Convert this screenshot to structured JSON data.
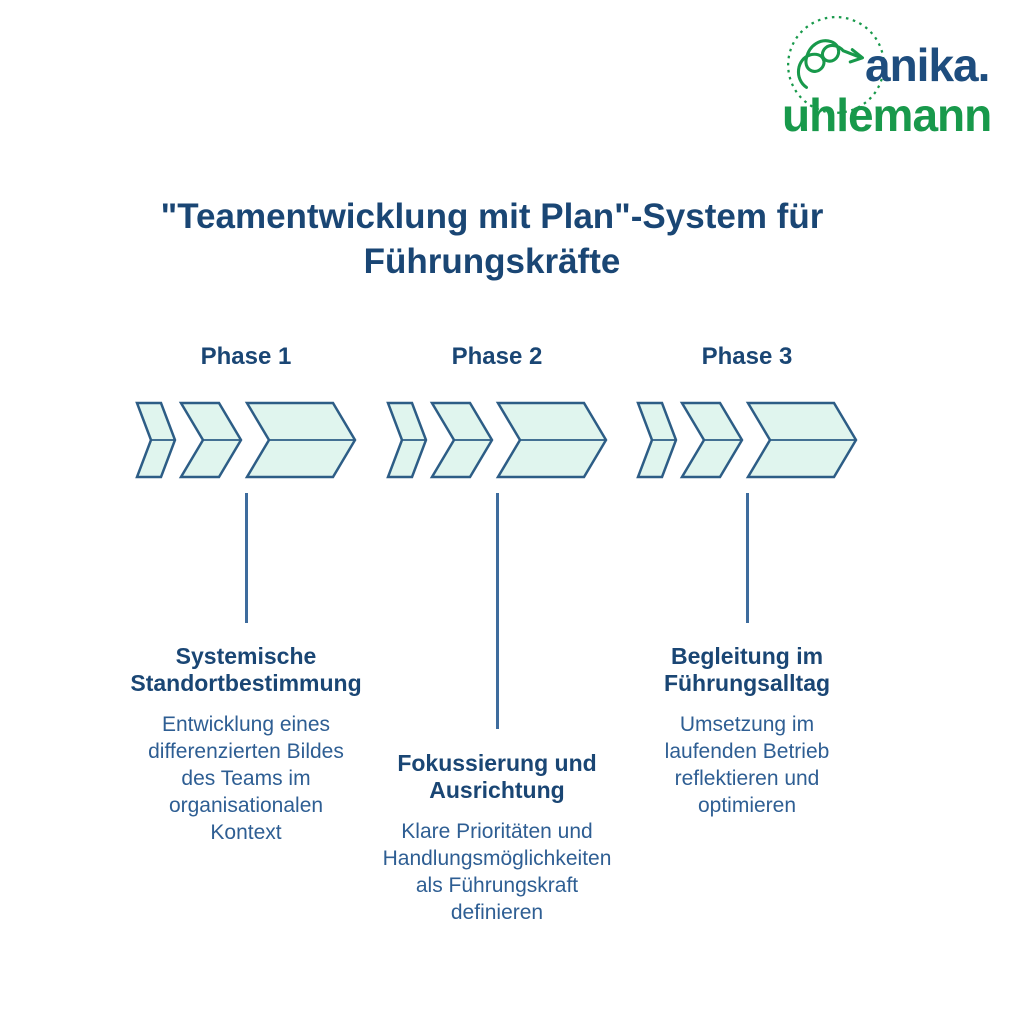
{
  "logo": {
    "word1": "anika.",
    "word2": "uhlemann",
    "icon": "swirl-arrow-in-dotted-circle",
    "colors": {
      "word1_navy": "#1e4d7e",
      "word2_green": "#18994b"
    }
  },
  "title": "\"Teamentwicklung mit Plan\"-System für\nFührungskräfte",
  "phases": [
    {
      "label": "Phase 1",
      "heading": "Systemische\nStandortbestimmung",
      "body": "Entwicklung eines\ndifferenzierten Bildes\ndes Teams im\norganisationalen\nKontext"
    },
    {
      "label": "Phase 2",
      "heading": "Fokussierung und\nAusrichtung",
      "body": "Klare Prioritäten und\nHandlungsmöglichkeiten\nals Führungskraft\ndefinieren"
    },
    {
      "label": "Phase 3",
      "heading": "Begleitung im\nFührungsalltag",
      "body": "Umsetzung im\nlaufenden Betrieb\nreflektieren und\noptimieren"
    }
  ],
  "colors": {
    "heading_navy": "#1a4674",
    "body_blue": "#2e5e93",
    "chevron_fill_mint": "#e0f5ee",
    "chevron_stroke": "#2d5d86",
    "connector_line": "#3e6c9d"
  }
}
